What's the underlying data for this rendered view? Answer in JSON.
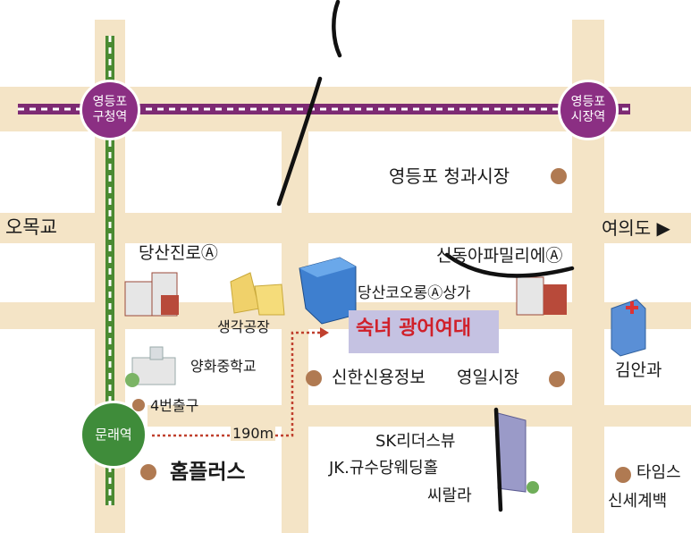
{
  "stations": {
    "yeongdeungpo_gucheong": [
      "영등포",
      "구청역"
    ],
    "yeongdeungpo_market": [
      "영등포",
      "시장역"
    ],
    "mullae": "문래역"
  },
  "roads": {
    "omokgyo": "오목교",
    "yeouido": "여의도 ▶"
  },
  "places": {
    "fruit_market": "영등포 청과시장",
    "dangsan_jinro": "당산진로Ⓐ",
    "sindong_apt": "신동아파밀리에Ⓐ",
    "ginger_factory": "생각공장",
    "dangsan_kolon": "당산코오롱Ⓐ상가",
    "school": "양화중학교",
    "shinhan_credit": "신한신용정보",
    "yeongil_market": "영일시장",
    "kimangwa": "김안과",
    "exit4": "4번출구",
    "distance": "190m",
    "sk_leaders_view": "SK리더스뷰",
    "jk_wedding": "JK.규수당웨딩홀",
    "ssirala": "씨랄라",
    "homeplus": "홈플러스",
    "times_square": "타임스",
    "shinsegae": "신세계백"
  },
  "logo_text": "숙녀 광어여대",
  "colors": {
    "road": "#f4e4c6",
    "line2": "#7d2a73",
    "line5": "#4a8a32",
    "station_purple": "#8b2f83",
    "station_green": "#3f8c3a",
    "dot": "#b07a52",
    "route": "#c0402e",
    "banner": "#c5c2e2"
  }
}
